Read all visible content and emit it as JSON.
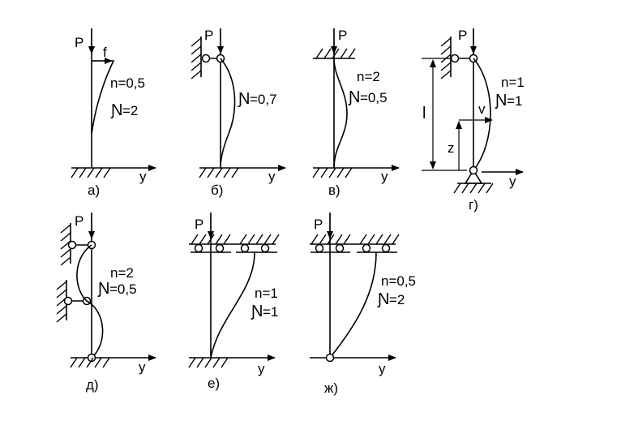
{
  "labels": {
    "force": "P",
    "axis_y": "y",
    "deflection": "f",
    "length": "l",
    "axis_z": "z",
    "lateral": "v",
    "mu_glyph": "Ɲ"
  },
  "cases": [
    {
      "id": "a",
      "caption": "а)",
      "n": "n=0,5",
      "mu": "=2"
    },
    {
      "id": "b",
      "caption": "б)",
      "mu": "=0,7"
    },
    {
      "id": "v",
      "caption": "в)",
      "n": "n=2",
      "mu": "=0,5"
    },
    {
      "id": "g",
      "caption": "г)",
      "n": "n=1",
      "mu": "=1"
    },
    {
      "id": "d",
      "caption": "д)",
      "n": "n=2",
      "mu": "=0,5"
    },
    {
      "id": "e",
      "caption": "е)",
      "n": "n=1",
      "mu": "=1"
    },
    {
      "id": "zh",
      "caption": "ж)",
      "n": "n=0,5",
      "mu": "=2"
    }
  ]
}
